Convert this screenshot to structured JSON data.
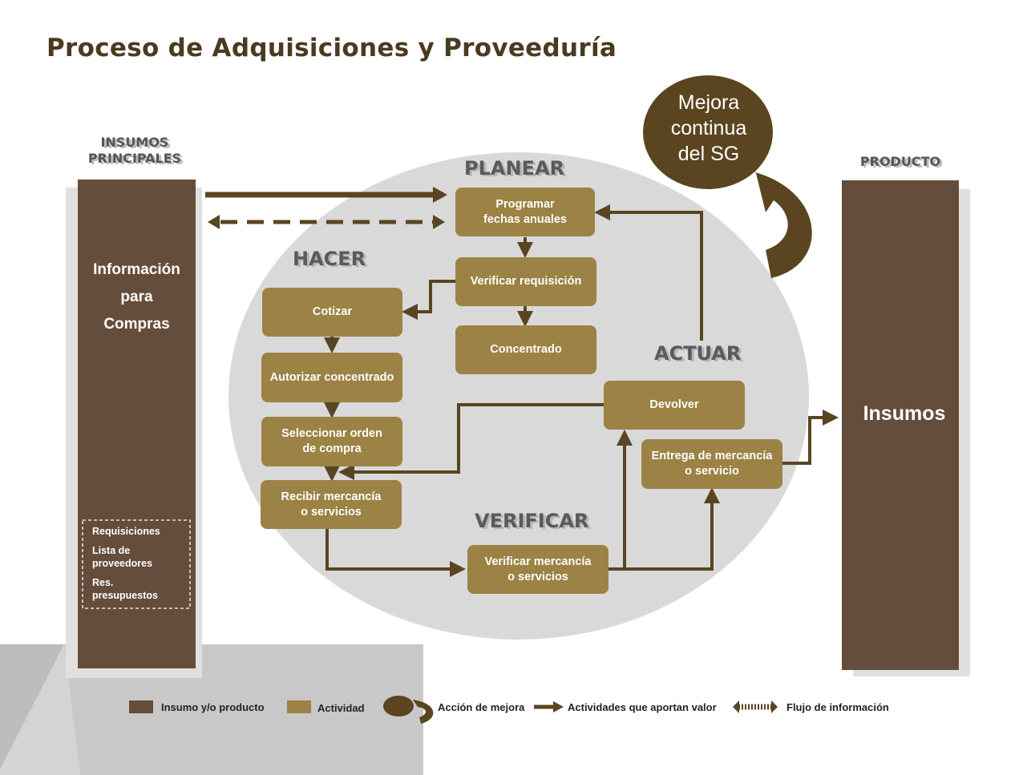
{
  "title": "Proceso de Adquisiciones y Proveeduría",
  "mejora": {
    "line1": "Mejora",
    "line2": "continua",
    "line3": "del SG"
  },
  "headers": {
    "insumos_line1": "INSUMOS",
    "insumos_line2": "PRINCIPALES",
    "producto": "PRODUCTO"
  },
  "phases": {
    "planear": "PLANEAR",
    "hacer": "HACER",
    "actuar": "ACTUAR",
    "verificar": "VERIFICAR"
  },
  "left_column": {
    "line1": "Información",
    "line2": "para",
    "line3": "Compras",
    "list": [
      "Requisiciones",
      "Lista de\nproveedores",
      "Res.\npresupuestos"
    ]
  },
  "right_column": {
    "label": "Insumos"
  },
  "activities": {
    "programar": "Programar\nfechas anuales",
    "verificar_requisicion": "Verificar requisición",
    "concentrado": "Concentrado",
    "cotizar": "Cotizar",
    "autorizar": "Autorizar concentrado",
    "seleccionar": "Seleccionar orden\nde compra",
    "recibir": "Recibir mercancía\no servicios",
    "verificar_mercancia": "Verificar mercancía\no servicios",
    "devolver": "Devolver",
    "entrega": "Entrega de mercancía\no servicio"
  },
  "legend": {
    "insumo": "Insumo y/o producto",
    "actividad": "Actividad",
    "accion": "Acción de mejora",
    "valor": "Actividades que aportan valor",
    "flujo": "Flujo de información"
  },
  "colors": {
    "brown": "#654d3b",
    "gold": "#9c8244",
    "arrow": "#594522",
    "circle": "#d9d9d9",
    "title": "#4a3b20"
  }
}
